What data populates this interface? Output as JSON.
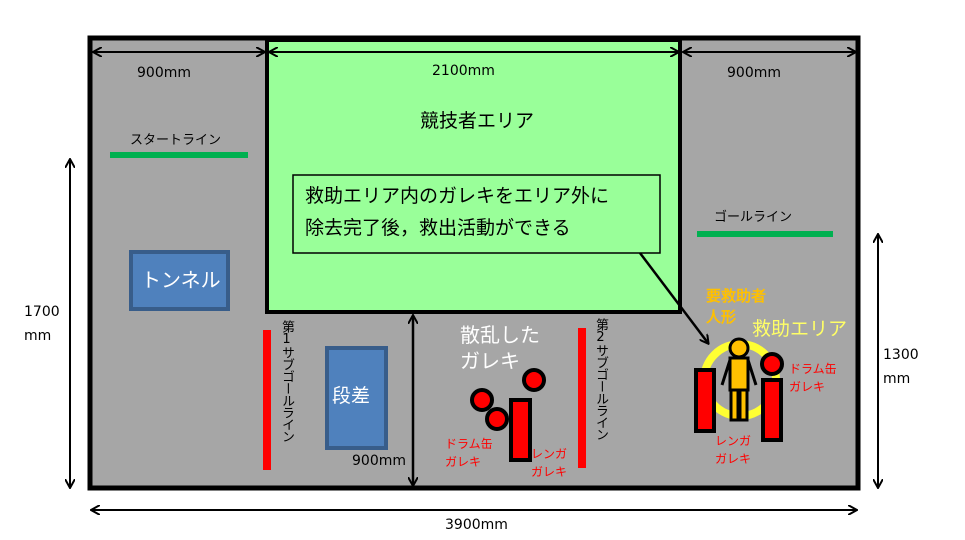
{
  "dimensions": {
    "left_width": "900mm",
    "center_width": "2100mm",
    "right_width": "900mm",
    "total_height": "1700\nmm",
    "goal_height": "1300\nmm",
    "total_width": "3900mm",
    "lower_center_height": "900mm"
  },
  "zones": {
    "competitor_area": "競技者エリア",
    "callout": "救助エリア内のガレキをエリア外に\n除去完了後，救出活動ができる",
    "rescue_area": "救助エリア",
    "victim_doll": "要救助者\n人形"
  },
  "lines": {
    "start_line": "スタートライン",
    "goal_line": "ゴールライン",
    "sub_goal_1": "第1サブゴールライン",
    "sub_goal_2": "第2サブゴールライン"
  },
  "obstacles": {
    "tunnel": "トンネル",
    "step": "段差",
    "scattered_debris": "散乱した\nガレキ",
    "drum_debris": "ドラム缶\nガレキ",
    "brick_debris": "レンガ\nガレキ"
  },
  "colors": {
    "field": "#a6a6a6",
    "competitor_area": "#99ff99",
    "line_green": "#00b050",
    "obstacle_blue": "#4f81bd",
    "debris_red": "#ff0000",
    "rescue_yellow": "#ffff66",
    "victim_orange": "#ffc000"
  }
}
